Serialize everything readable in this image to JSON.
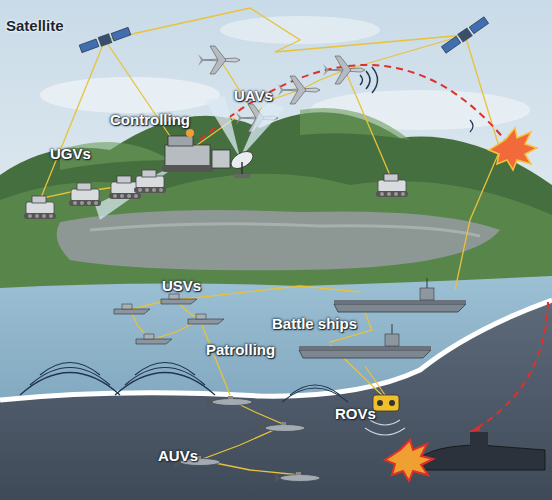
{
  "diagram": {
    "labels": [
      "Satellite",
      "UAVs",
      "Controlling",
      "UGVs",
      "USVs",
      "Patrolling",
      "Battle ships",
      "ROVs",
      "AUVs"
    ]
  }
}
